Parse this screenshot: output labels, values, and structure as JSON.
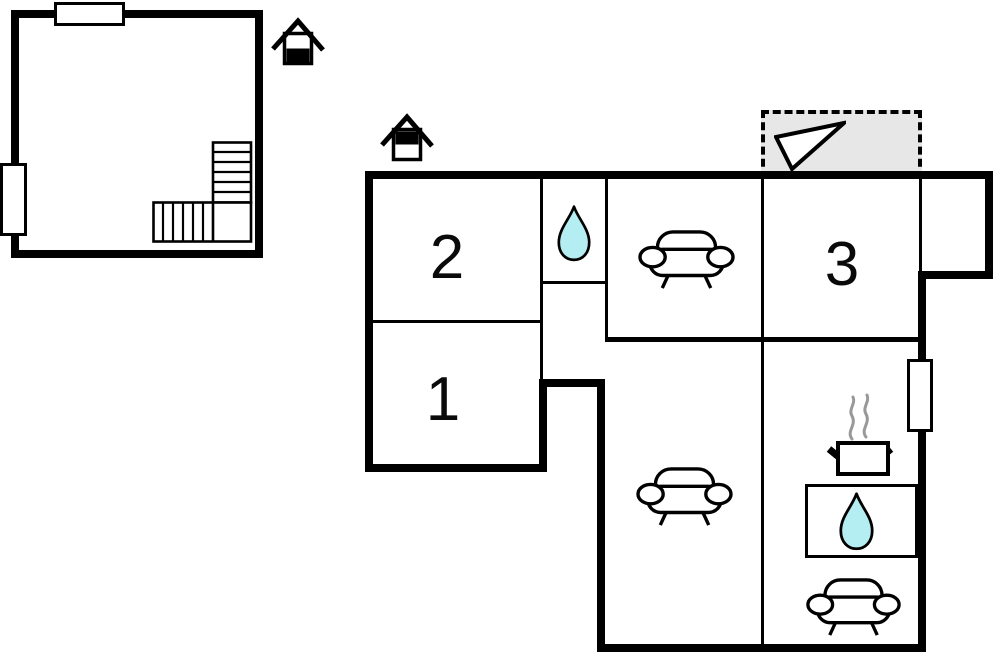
{
  "page": {
    "title": "Floor plan"
  },
  "colors": {
    "wall": "#000000",
    "line": "#000000",
    "water": "#b5eef2",
    "terrace": "#e7e7e7",
    "steam": "#999999",
    "paper": "#ffffff"
  },
  "rooms": {
    "room1": {
      "label": "1"
    },
    "room2": {
      "label": "2"
    },
    "room3": {
      "label": "3"
    }
  },
  "icons": {
    "annex_house_marker": "house-icon-bottom-filled",
    "main_house_marker": "house-icon-top-filled",
    "staircase": "l-shaped-stairs",
    "bathroom_drop": "water-drop",
    "sink_drop": "water-drop",
    "living_sofa": "sofa",
    "lounge_sofa": "sofa",
    "kitchen_sofa": "sofa",
    "stove": "cooking-pot-with-steam",
    "terrace_pointer": "triangle-arrow",
    "radiator": "window-radiator",
    "annex_top_window": "window",
    "annex_left_window": "window"
  }
}
